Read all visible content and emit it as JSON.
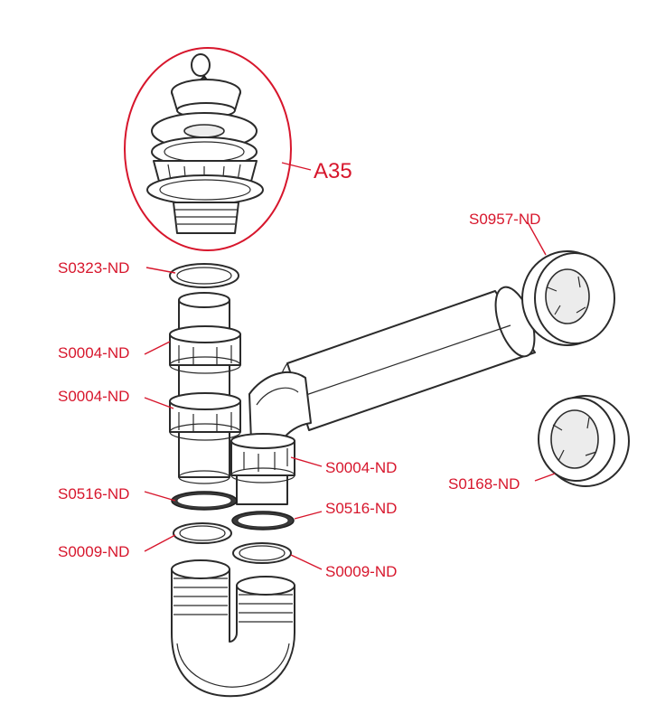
{
  "labels": {
    "a35": "A35",
    "s0957": "S0957-ND",
    "s0323": "S0323-ND",
    "s0004_a": "S0004-ND",
    "s0004_b": "S0004-ND",
    "s0004_c": "S0004-ND",
    "s0168": "S0168-ND",
    "s0516_a": "S0516-ND",
    "s0516_b": "S0516-ND",
    "s0009_a": "S0009-ND",
    "s0009_b": "S0009-ND"
  },
  "colors": {
    "label": "#d7162c",
    "line": "#2b2b2b"
  }
}
